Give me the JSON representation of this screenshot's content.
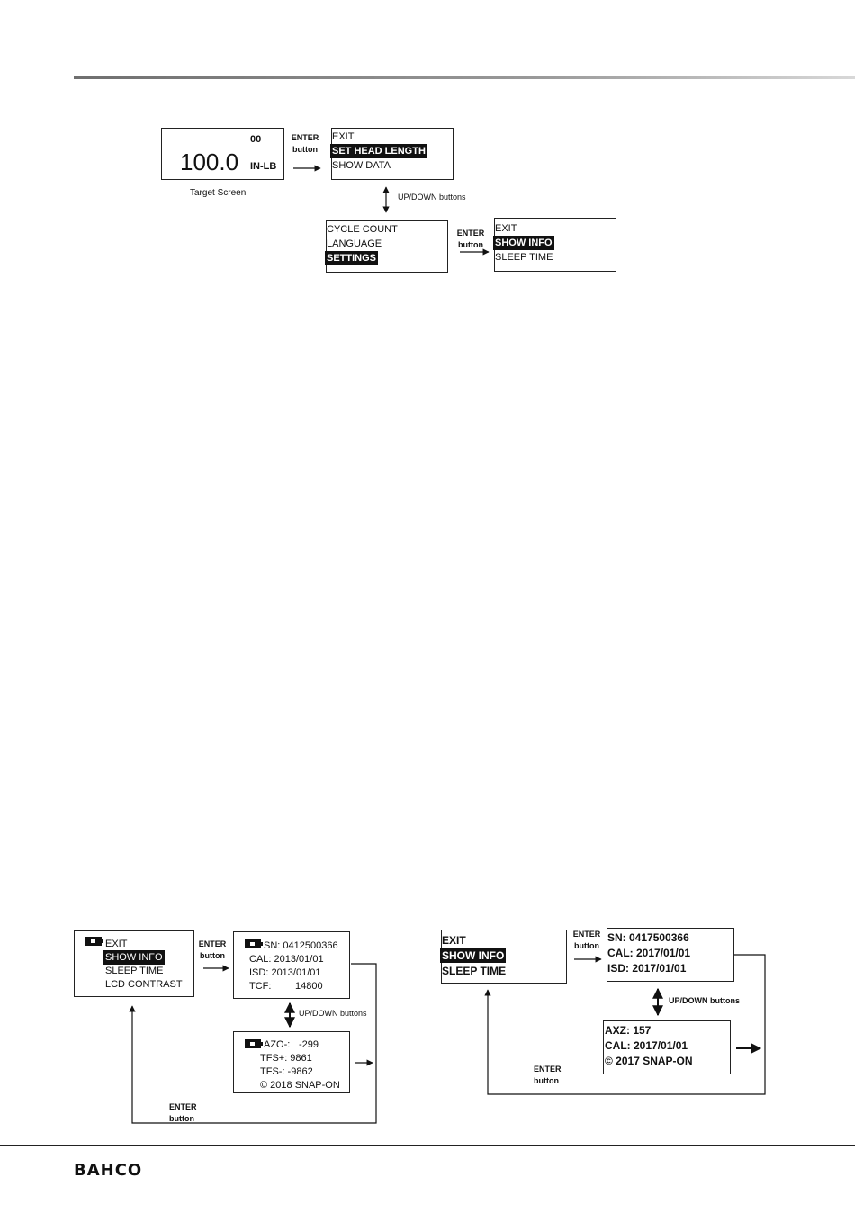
{
  "header": {
    "bar_color": "#8a8a8a"
  },
  "top_diagram": {
    "target_screen": {
      "counter": "00",
      "value": "100.0",
      "unit": "IN-LB",
      "caption": "Target  Screen"
    },
    "menu1": [
      "EXIT",
      "SET HEAD LENGTH",
      "SHOW DATA"
    ],
    "menu2": [
      "CYCLE COUNT",
      "LANGUAGE",
      "SETTINGS"
    ],
    "menu3": [
      "EXIT",
      "SHOW INFO",
      "SLEEP TIME"
    ],
    "enter_label_1": [
      "ENTER",
      "button"
    ],
    "enter_label_2": [
      "ENTER",
      "button"
    ],
    "updown_label": "UP/DOWN buttons"
  },
  "left_diagram": {
    "menu": [
      "EXIT",
      "SHOW INFO",
      "SLEEP TIME",
      "LCD CONTRAST"
    ],
    "info1": [
      "SN: 0412500366",
      "CAL: 2013/01/01",
      "ISD: 2013/01/01",
      "TCF:",
      "14800"
    ],
    "info2": [
      "AZO-:",
      "-299",
      "TFS+:  9861",
      "TFS-:  -9862",
      "© 2018 SNAP-ON"
    ],
    "enter_label_top": [
      "ENTER",
      "button"
    ],
    "enter_label_bottom": [
      "ENTER",
      "button"
    ],
    "updown_label": "UP/DOWN buttons"
  },
  "right_diagram": {
    "menu": [
      "EXIT",
      "SHOW INFO",
      "SLEEP TIME"
    ],
    "info1": [
      "SN: 0417500366",
      "CAL: 2017/01/01",
      "ISD: 2017/01/01"
    ],
    "info2": [
      "AXZ: 157",
      "CAL: 2017/01/01",
      "© 2017 SNAP-ON"
    ],
    "enter_label_top": [
      "ENTER",
      "button"
    ],
    "enter_label_bottom": [
      "ENTER",
      "button"
    ],
    "updown_label": "UP/DOWN buttons"
  },
  "footer": {
    "logo": "BAHCO"
  }
}
